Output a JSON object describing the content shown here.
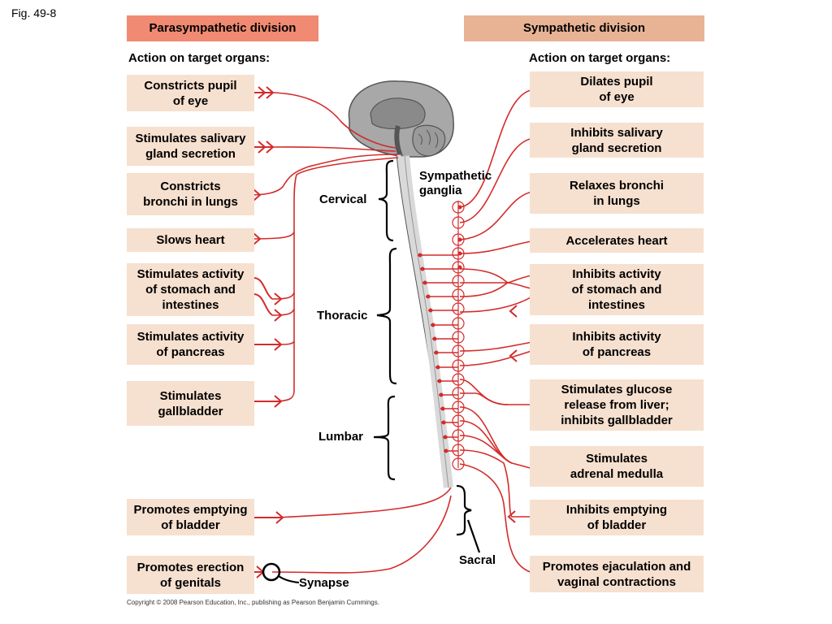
{
  "figure_label": "Fig. 49-8",
  "headers": {
    "parasympathetic": "Parasympathetic division",
    "sympathetic": "Sympathetic division"
  },
  "subheads": {
    "left": "Action on target organs:",
    "right": "Action on target organs:"
  },
  "parasympathetic_actions": [
    "Constricts pupil\nof eye",
    "Stimulates salivary\ngland secretion",
    "Constricts\nbronchi in lungs",
    "Slows heart",
    "Stimulates activity\nof stomach and\nintestines",
    "Stimulates activity\nof pancreas",
    "Stimulates\ngallbladder",
    "Promotes emptying\nof bladder",
    "Promotes erection\nof genitals"
  ],
  "sympathetic_actions": [
    "Dilates pupil\nof eye",
    "Inhibits salivary\ngland secretion",
    "Relaxes bronchi\nin lungs",
    "Accelerates heart",
    "Inhibits activity\nof stomach and\nintestines",
    "Inhibits activity\nof pancreas",
    "Stimulates glucose\nrelease from liver;\ninhibits gallbladder",
    "Stimulates\nadrenal medulla",
    "Inhibits emptying\nof bladder",
    "Promotes ejaculation and\nvaginal contractions"
  ],
  "labels": {
    "sympathetic_ganglia": "Sympathetic\nganglia",
    "cervical": "Cervical",
    "thoracic": "Thoracic",
    "lumbar": "Lumbar",
    "sacral": "Sacral",
    "synapse": "Synapse"
  },
  "copyright": "Copyright © 2008 Pearson Education, Inc., publishing as Pearson Benjamin Cummings.",
  "colors": {
    "nerve": "#d42b2b",
    "box": "#f6e0cf",
    "para_header": "#f08a72",
    "sym_header": "#e8b395",
    "spinal_cord": "#d9d9d9",
    "brain": "#a8a8a8"
  }
}
